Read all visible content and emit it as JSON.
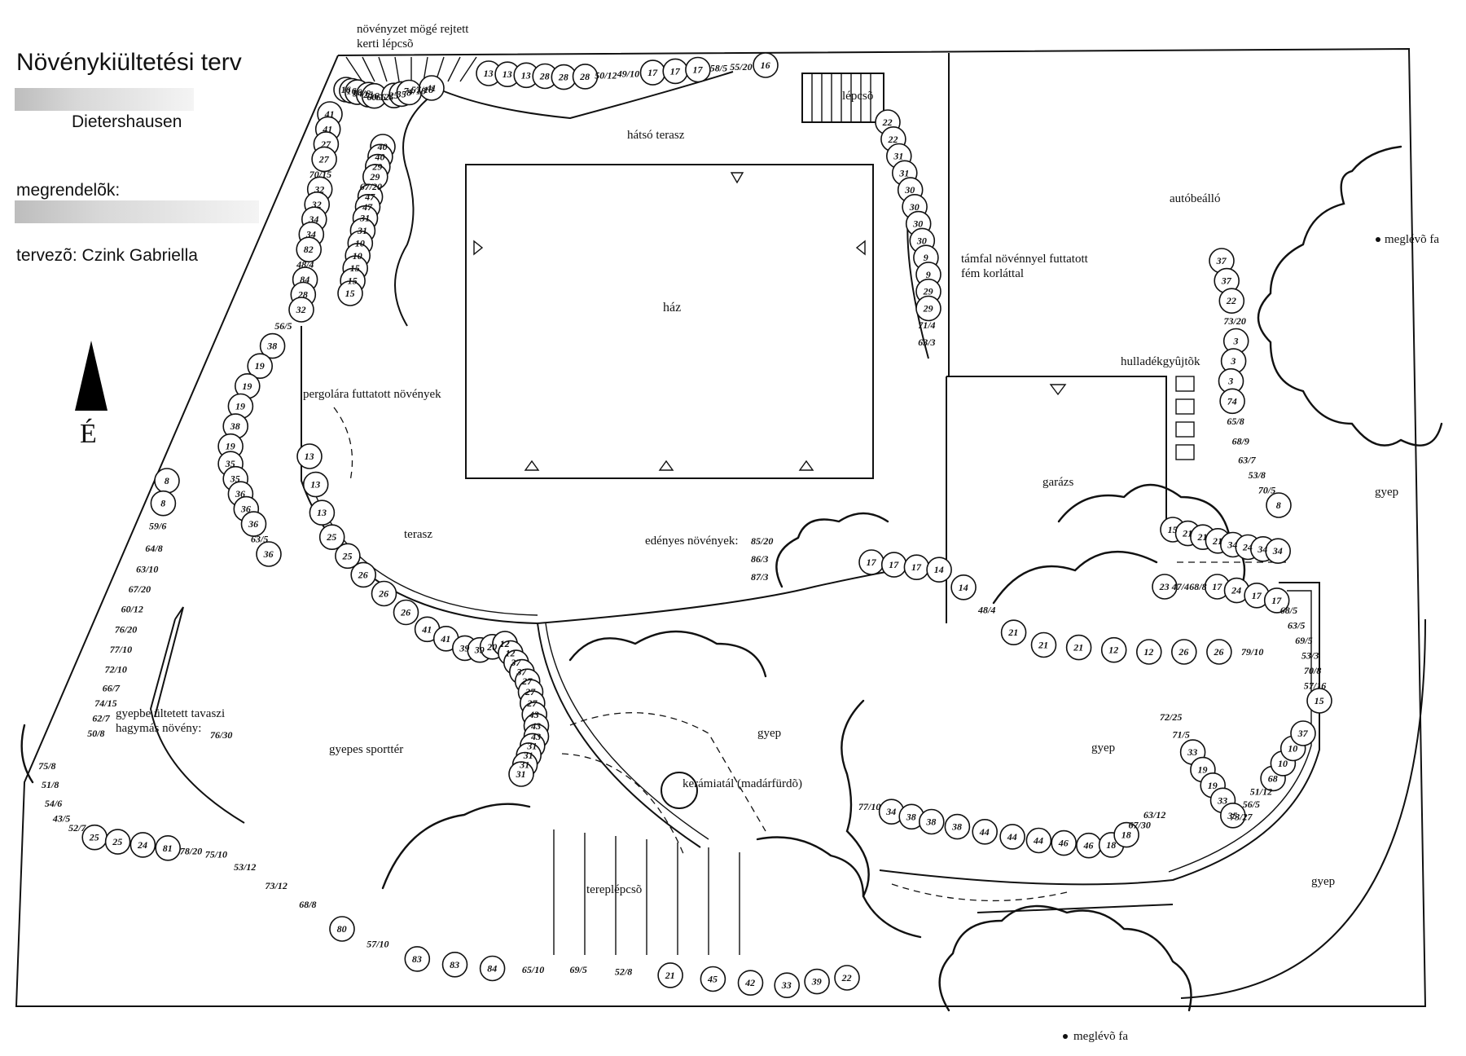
{
  "header": {
    "title": "Növénykiültetési terv",
    "location": "Dietershausen",
    "client_label": "megrendelõk:",
    "designer_label": "tervezõ: Czink Gabriella"
  },
  "compass": {
    "label": "É"
  },
  "areas": {
    "hidden_stairs": "növényzet mögé rejtett",
    "hidden_stairs_2": "kerti lépcsõ",
    "stairs": "lépcsõ",
    "back_terrace": "hátsó terasz",
    "carport": "autóbeálló",
    "existing_tree_1": "meglévõ fa",
    "retaining_wall": "támfal növénnyel futtatott",
    "retaining_wall_2": "fém korláttal",
    "house": "ház",
    "bins": "hulladékgyûjtõk",
    "pergola": "pergolára futtatott növények",
    "garage": "garázs",
    "terrace": "terasz",
    "potted_plants": "edényes növények:",
    "potted_1": "85/20",
    "potted_2": "86/3",
    "potted_3": "87/3",
    "lawn_1": "gyep",
    "lawn_2": "gyep",
    "lawn_3": "gyep",
    "lawn_4": "gyep",
    "bulbs": "gyepbe ültetett tavaszi",
    "bulbs_2": "hagymás növény:",
    "bulbs_code": "76/30",
    "sports_lawn": "gyepes sporttér",
    "birdbath": "kerámiatál (madárfürdõ)",
    "terrain_stairs": "tereplépcsõ",
    "existing_tree_2": "meglévõ fa"
  },
  "plant_codes": [
    "13",
    "13",
    "13",
    "28",
    "28",
    "28",
    "50/12",
    "49/10",
    "17",
    "17",
    "17",
    "58/5",
    "55/20",
    "16",
    "16",
    "16",
    "16",
    "54/6",
    "25",
    "16",
    "60/12",
    "66/6",
    "25",
    "35",
    "8",
    "74/18",
    "57/18",
    "41",
    "41",
    "41",
    "27",
    "27",
    "70/15",
    "32",
    "32",
    "34",
    "34",
    "82",
    "48/4",
    "84",
    "28",
    "32",
    "40",
    "40",
    "29",
    "29",
    "67/20",
    "47",
    "47",
    "31",
    "31",
    "10",
    "10",
    "15",
    "15",
    "15",
    "56/5",
    "38",
    "19",
    "19",
    "19",
    "38",
    "19",
    "35",
    "35",
    "36",
    "36",
    "36",
    "63/5",
    "36",
    "13",
    "13",
    "13",
    "25",
    "25",
    "26",
    "26",
    "26",
    "41",
    "41",
    "39",
    "39",
    "20",
    "12",
    "12",
    "12",
    "37",
    "37",
    "27",
    "27",
    "27",
    "43",
    "43",
    "43",
    "31",
    "31",
    "31",
    "31",
    "8",
    "8",
    "59/6",
    "64/8",
    "63/10",
    "67/20",
    "60/12",
    "76/20",
    "77/10",
    "72/10",
    "66/7",
    "74/15",
    "62/7",
    "50/8",
    "75/8",
    "51/8",
    "54/6",
    "43/5",
    "52/7",
    "25",
    "25",
    "24",
    "81",
    "78/20",
    "75/10",
    "53/12",
    "73/12",
    "68/8",
    "80",
    "57/10",
    "83",
    "83",
    "84",
    "65/10",
    "69/5",
    "52/8",
    "21",
    "45",
    "42",
    "33",
    "39",
    "22",
    "22",
    "22",
    "31",
    "31",
    "30",
    "30",
    "30",
    "30",
    "9",
    "9",
    "29",
    "29",
    "71/4",
    "63/3",
    "17",
    "17",
    "17",
    "14",
    "14",
    "48/4",
    "21",
    "21",
    "21",
    "12",
    "12",
    "26",
    "26",
    "79/10",
    "77/10",
    "34",
    "38",
    "38",
    "38",
    "44",
    "44",
    "44",
    "46",
    "46",
    "18",
    "18",
    "67/30",
    "63/12",
    "72/25",
    "71/5",
    "33",
    "19",
    "19",
    "33",
    "35",
    "73/27",
    "56/5",
    "51/12",
    "68",
    "10",
    "10",
    "37",
    "37",
    "37",
    "22",
    "73/20",
    "3",
    "3",
    "3",
    "74",
    "65/8",
    "68/9",
    "63/7",
    "53/8",
    "70/5",
    "8",
    "23",
    "47/4",
    "68/8",
    "17",
    "24",
    "17",
    "17",
    "68/5",
    "63/5",
    "69/5",
    "53/3",
    "70/8",
    "57/16",
    "15",
    "15",
    "21",
    "21",
    "21",
    "34",
    "24",
    "34",
    "34"
  ]
}
